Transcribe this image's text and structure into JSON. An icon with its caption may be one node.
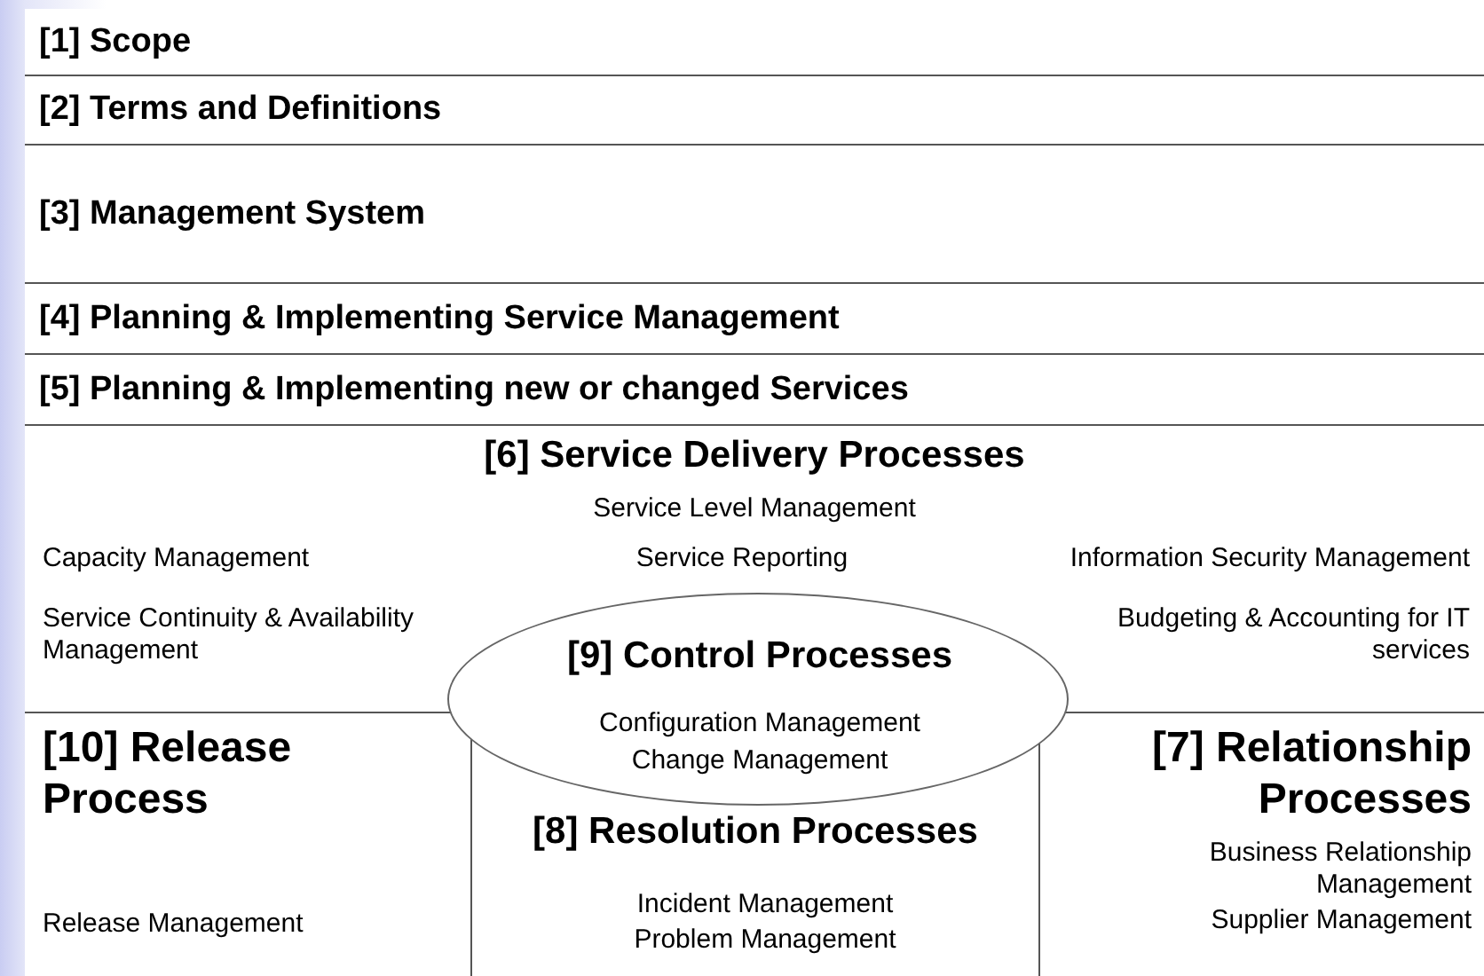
{
  "diagram": {
    "nodes": [
      {
        "text": [
          "[1] Scope"
        ]
      },
      {
        "text": [
          "[2] Terms and Definitions"
        ]
      },
      {
        "text": [
          "[3] Management System"
        ]
      },
      {
        "text": [
          "[4] Planning & Implementing Service Management"
        ]
      },
      {
        "text": [
          "[5] Planning & Implementing new or changed Services"
        ]
      },
      {
        "text": [
          "[6] Service Delivery Processes",
          "Service Level Management",
          "Capacity Management",
          "Service Reporting",
          "Information Security Management",
          "Service Continuity & Availability Management",
          "Budgeting & Accounting for IT services"
        ]
      },
      {
        "text": [
          "[9] Control Processes",
          "Configuration Management",
          "Change Management"
        ]
      },
      {
        "text": [
          "[10] Release Process",
          "Release Management"
        ]
      },
      {
        "text": [
          "[8] Resolution Processes",
          "Incident Management",
          "Problem Management"
        ]
      },
      {
        "text": [
          "[7] Relationship Processes",
          "Business Relationship Management",
          "Supplier Management"
        ]
      }
    ]
  }
}
